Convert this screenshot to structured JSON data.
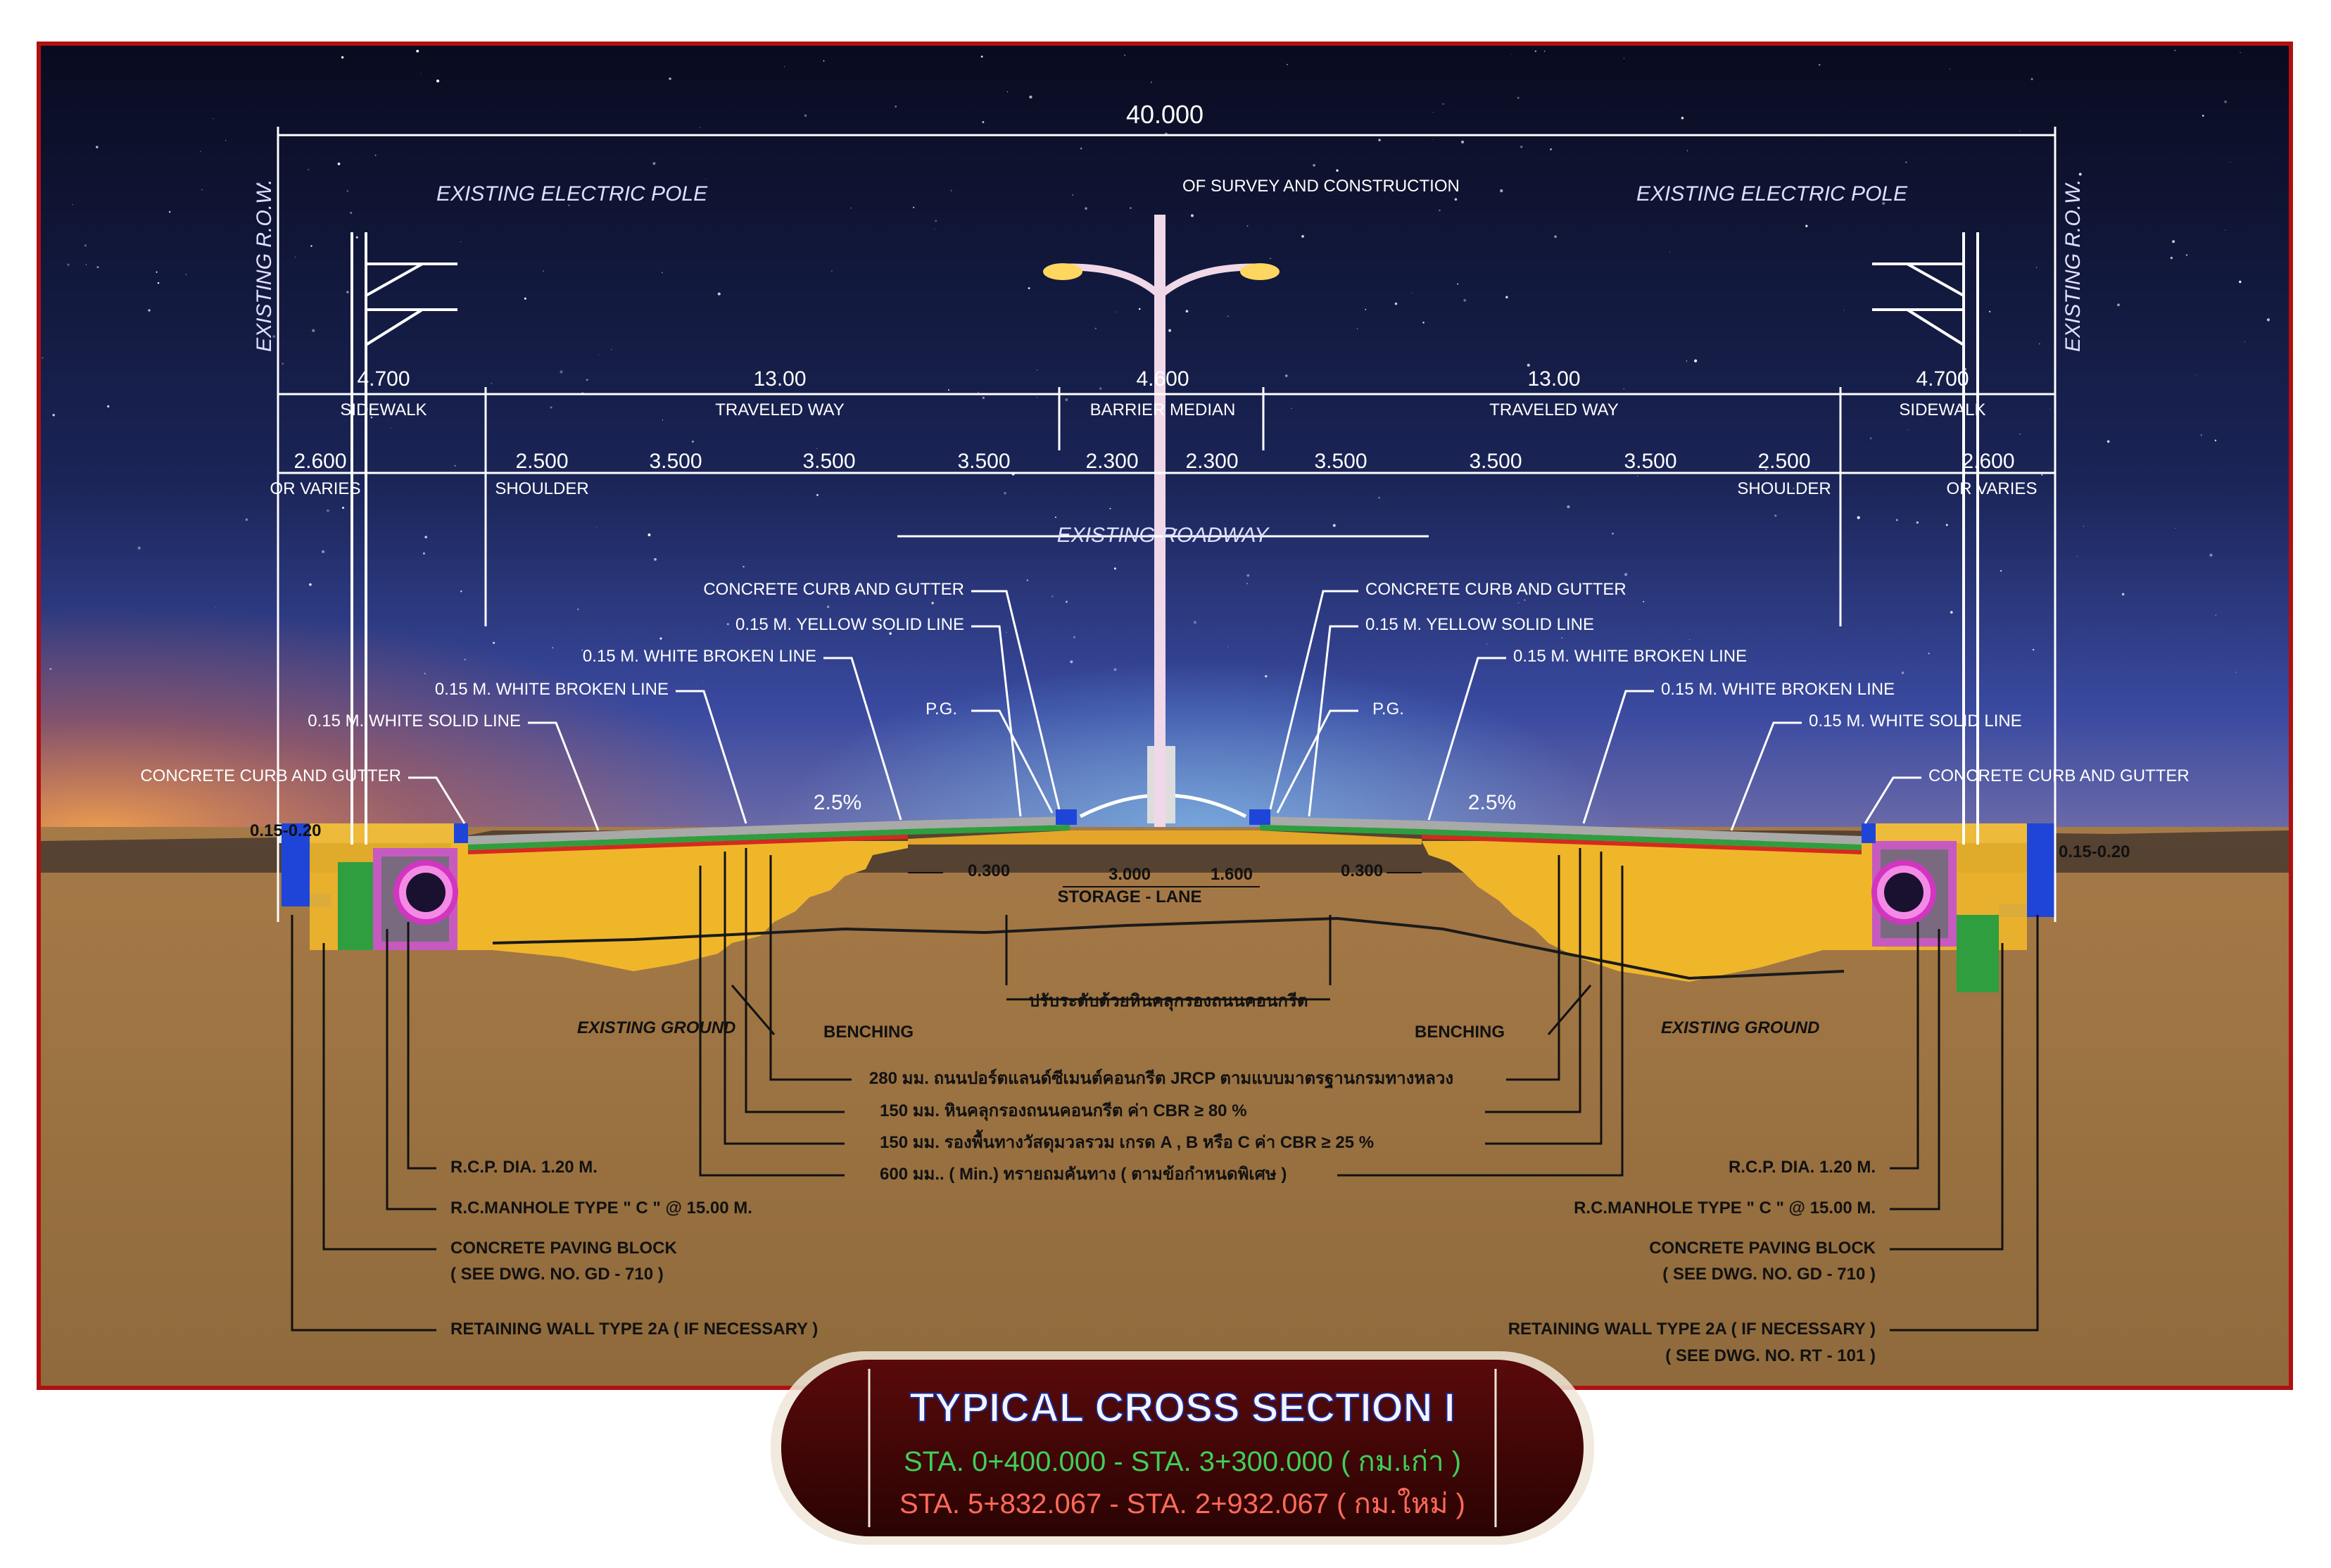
{
  "dims": {
    "total": "40.000",
    "sidewalk_w": "4.700",
    "traveled_w": "13.00",
    "median_w": "4.600",
    "or_varies_w": "2.600",
    "shoulder_w": "2.500",
    "lane_w": "3.500",
    "median_half": "2.300",
    "bench_w": "0.300",
    "storage_w": "3.000",
    "median_strip_w": "1.600",
    "slope": "2.5%"
  },
  "labels": {
    "row": "EXISTING R.O.W.",
    "pole": "EXISTING ELECTRIC POLE",
    "centerline": "OF SURVEY AND CONSTRUCTION",
    "sidewalk": "SIDEWALK",
    "traveled_way": "TRAVELED WAY",
    "barrier_median": "BARRIER MEDIAN",
    "or_varies": "OR VARIES",
    "shoulder": "SHOULDER",
    "existing_roadway": "EXISTING ROADWAY",
    "curb_gutter": "CONCRETE CURB AND GUTTER",
    "yellow_line": "0.15 M. YELLOW SOLID LINE",
    "white_broken": "0.15 M. WHITE BROKEN LINE",
    "white_solid": "0.15 M. WHITE SOLID LINE",
    "pg": "P.G.",
    "storage_lane": "STORAGE - LANE",
    "existing_ground": "EXISTING GROUND",
    "benching": "BENCHING",
    "thai_level": "ปรับระดับด้วยหินคลุกรองถนนคอนกรีต",
    "rcp": "R.C.P. DIA. 1.20 M.",
    "manhole": "R.C.MANHOLE TYPE \" C \" @ 15.00 M.",
    "paving_block": "CONCRETE PAVING BLOCK",
    "gd710": "( SEE DWG. NO. GD - 710 )",
    "retaining": "RETAINING WALL TYPE 2A ( IF NECESSARY )",
    "rt101": "( SEE DWG. NO. RT - 101 )",
    "curb_dim": "0.15-0.20"
  },
  "layers": {
    "l1": "280 มม. ถนนปอร์ตแลนด์ซีเมนต์คอนกรีต JRCP ตามแบบมาตรฐานกรมทางหลวง",
    "l2": "150 มม. หินคลุกรองถนนคอนกรีต ค่า CBR ≥ 80 %",
    "l3": "150 มม. รองพื้นทางวัสดุมวลรวม เกรด A , B หรือ C ค่า CBR ≥ 25 %",
    "l4": "600 มม.. ( Min.) ทรายถมคันทาง ( ตามข้อกำหนดพิเศษ )"
  },
  "title": {
    "main": "TYPICAL CROSS SECTION I",
    "sta1": "STA. 0+400.000 - STA. 3+300.000 ( กม.เก่า )",
    "sta2": "STA. 5+832.067 - STA. 2+932.067 ( กม.ใหม่ )"
  },
  "colors": {
    "sky_top": "#0b0d24",
    "sky_glow": "#e9823e",
    "ground": "#a67a47",
    "fill": "#f0b62a",
    "base": "#2f9e3e",
    "pavement": "#a9a9a9",
    "subbase": "#d42a1f",
    "pipe": "#e040c8",
    "curb": "#1f45d8",
    "frame": "#b01010",
    "title_bg": "#3a0505"
  }
}
